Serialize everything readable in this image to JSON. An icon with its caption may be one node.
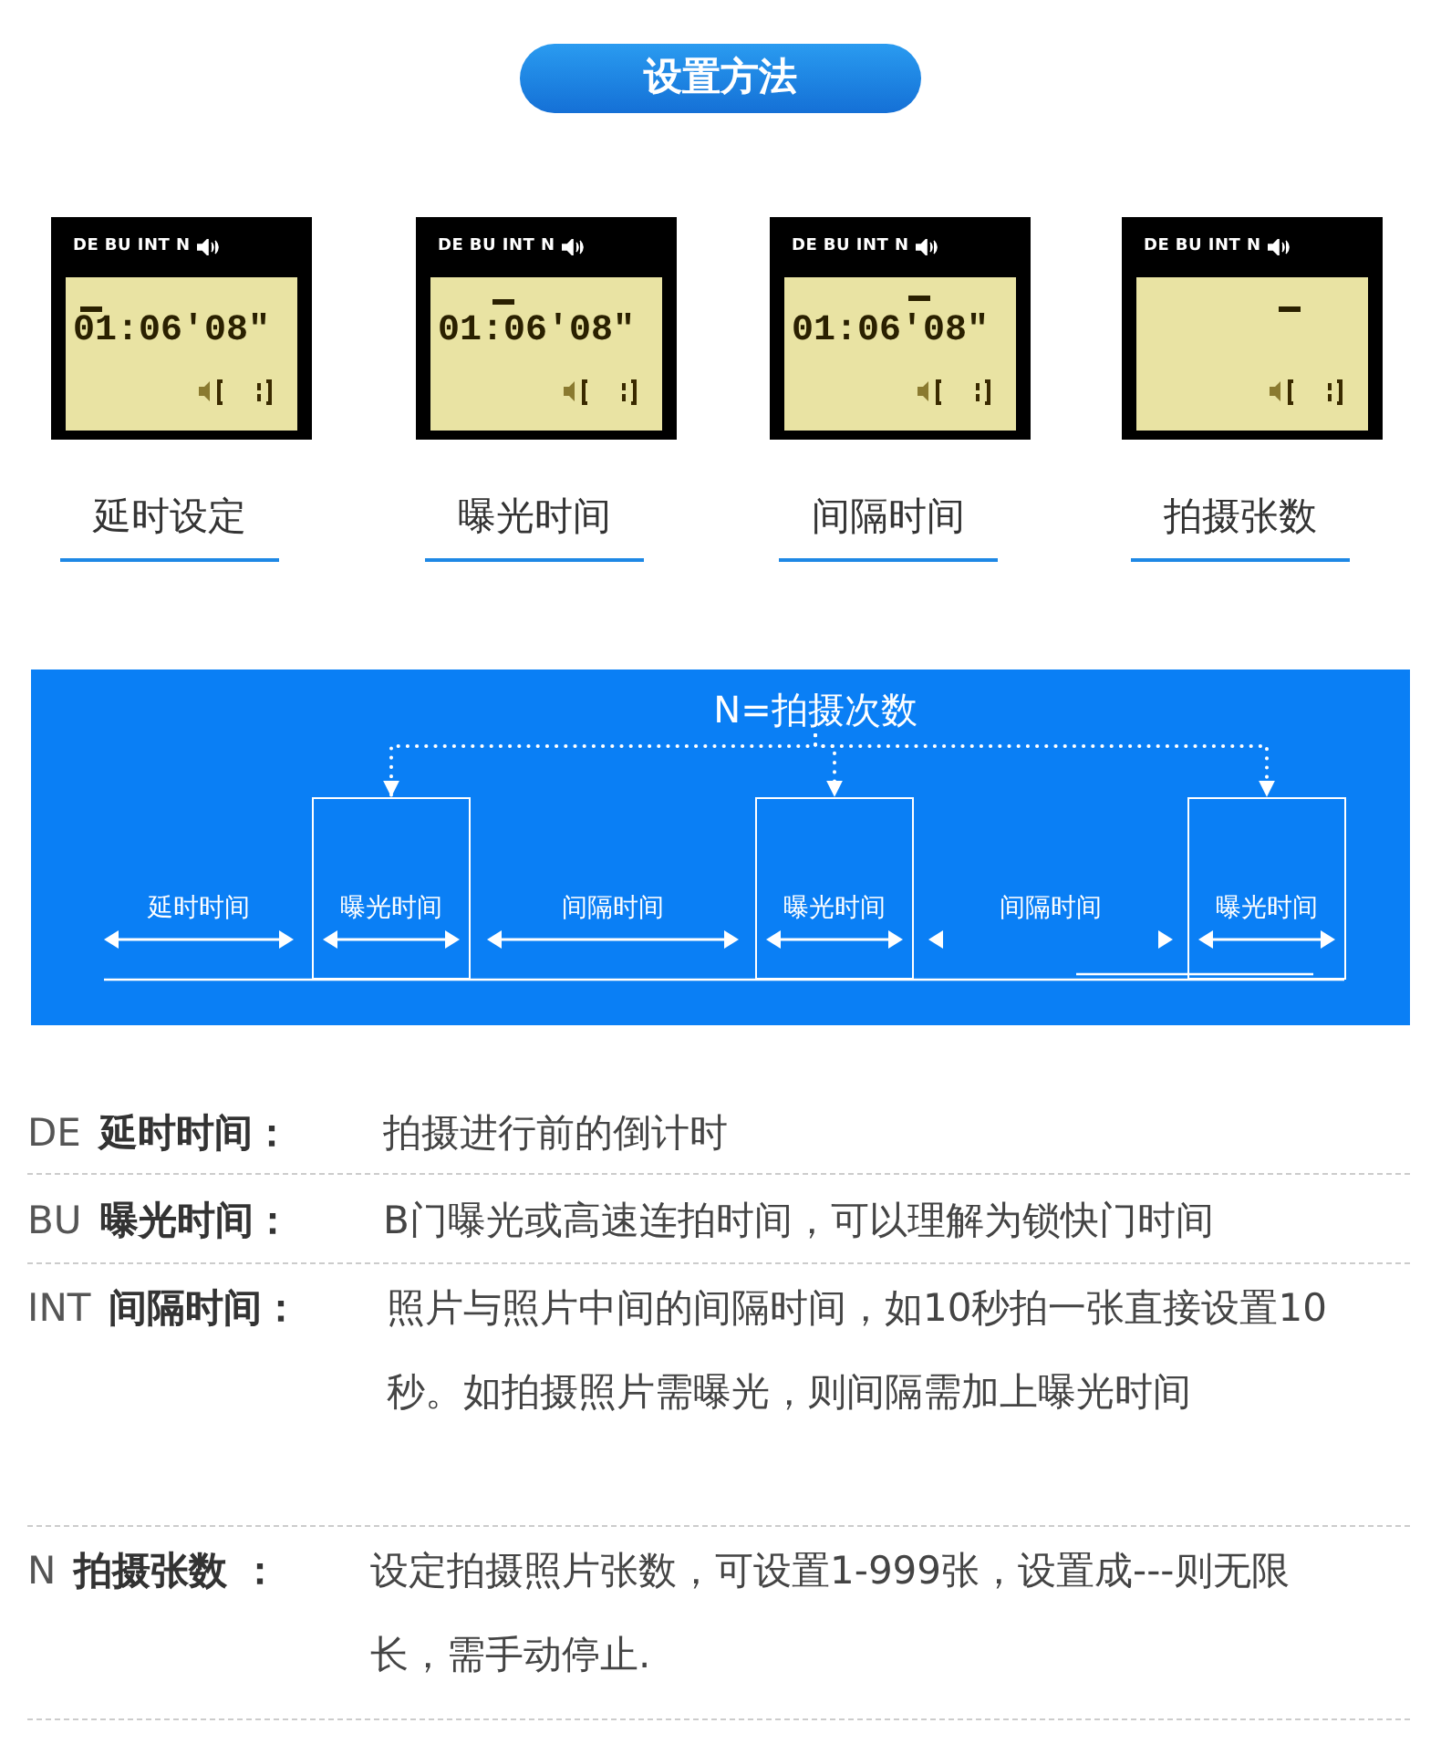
{
  "diagram": {
    "title": "设置方法",
    "nodes": [
      {
        "text": [
          "DE BU INT N",
          "01:06'08\""
        ],
        "beside": [
          "延时设定"
        ]
      },
      {
        "text": [
          "DE BU INT N",
          "01:06'08\""
        ],
        "beside": [
          "曝光时间"
        ]
      },
      {
        "text": [
          "DE BU INT N",
          "01:06'08\""
        ],
        "beside": [
          "间隔时间"
        ]
      },
      {
        "text": [
          "DE BU INT N"
        ],
        "beside": [
          "拍摄张数"
        ]
      },
      {
        "text": [],
        "shape": "box"
      },
      {
        "text": [
          "N=拍摄次数"
        ],
        "in": 4
      },
      {
        "text": [
          "曝光时间"
        ],
        "in": 4
      },
      {
        "text": [
          "曝光时间"
        ],
        "in": 4
      },
      {
        "text": [
          "曝光时间"
        ],
        "in": 4
      }
    ],
    "edges": [
      {
        "from": 5,
        "to": 6,
        "arrow": "to",
        "style": "dashed"
      },
      {
        "from": 5,
        "to": 7,
        "arrow": "to",
        "style": "dashed"
      },
      {
        "from": 5,
        "to": 8,
        "arrow": "to",
        "style": "dashed"
      }
    ],
    "labels": [
      "延时时间",
      "间隔时间",
      "间隔时间",
      "DE",
      "延时时间：",
      "拍摄进行前的倒计时",
      "BU",
      "曝光时间：",
      "B门曝光或高速连拍时间，可以理解为锁快门时间",
      "INT",
      "间隔时间：",
      "照片与照片中间的间隔时间，如10秒拍一张直接设置10秒。如拍摄照片需曝光，则间隔需加上曝光时间",
      "N",
      "拍摄张数 ：",
      "设定拍摄照片张数，可设置1-999张，设置成---则无限长，需手动停止."
    ]
  }
}
